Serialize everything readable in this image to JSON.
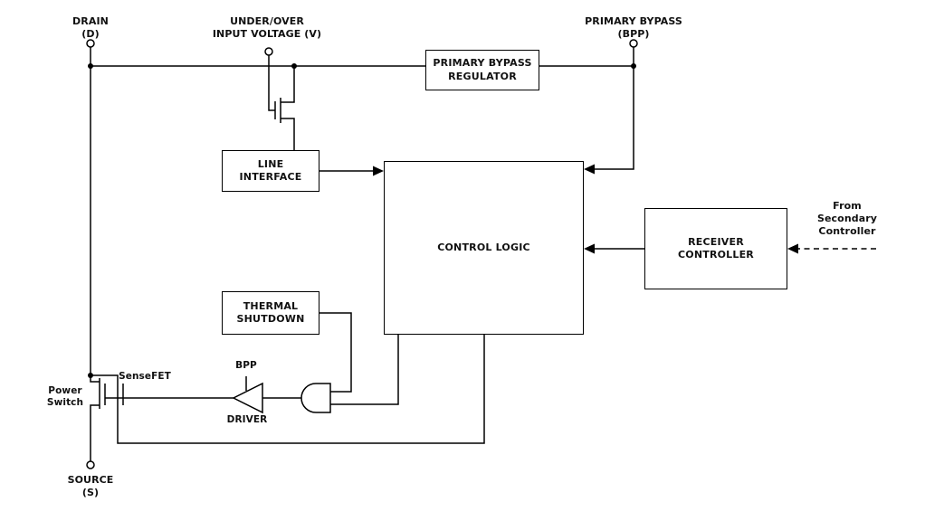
{
  "colors": {
    "wire": "#000000",
    "text": "#111111",
    "background": "#ffffff"
  },
  "terminals": {
    "drain": {
      "line1": "DRAIN",
      "line2": "(D)"
    },
    "input_voltage": {
      "line1": "UNDER/OVER",
      "line2": "INPUT VOLTAGE (V)"
    },
    "primary_bypass": {
      "line1": "PRIMARY BYPASS",
      "line2": "(BPP)"
    },
    "source": {
      "line1": "SOURCE",
      "line2": "(S)"
    }
  },
  "blocks": {
    "primary_bypass_regulator": {
      "line1": "PRIMARY BYPASS",
      "line2": "REGULATOR"
    },
    "line_interface": {
      "line1": "LINE",
      "line2": "INTERFACE"
    },
    "control_logic": {
      "line1": "CONTROL LOGIC"
    },
    "receiver_controller": {
      "line1": "RECEIVER",
      "line2": "CONTROLLER"
    },
    "thermal_shutdown": {
      "line1": "THERMAL",
      "line2": "SHUTDOWN"
    }
  },
  "labels": {
    "power_switch": {
      "line1": "Power",
      "line2": "Switch"
    },
    "sensefet": "SenseFET",
    "bpp_driver": "BPP",
    "driver": "DRIVER",
    "from_secondary": {
      "line1": "From",
      "line2": "Secondary",
      "line3": "Controller"
    }
  }
}
